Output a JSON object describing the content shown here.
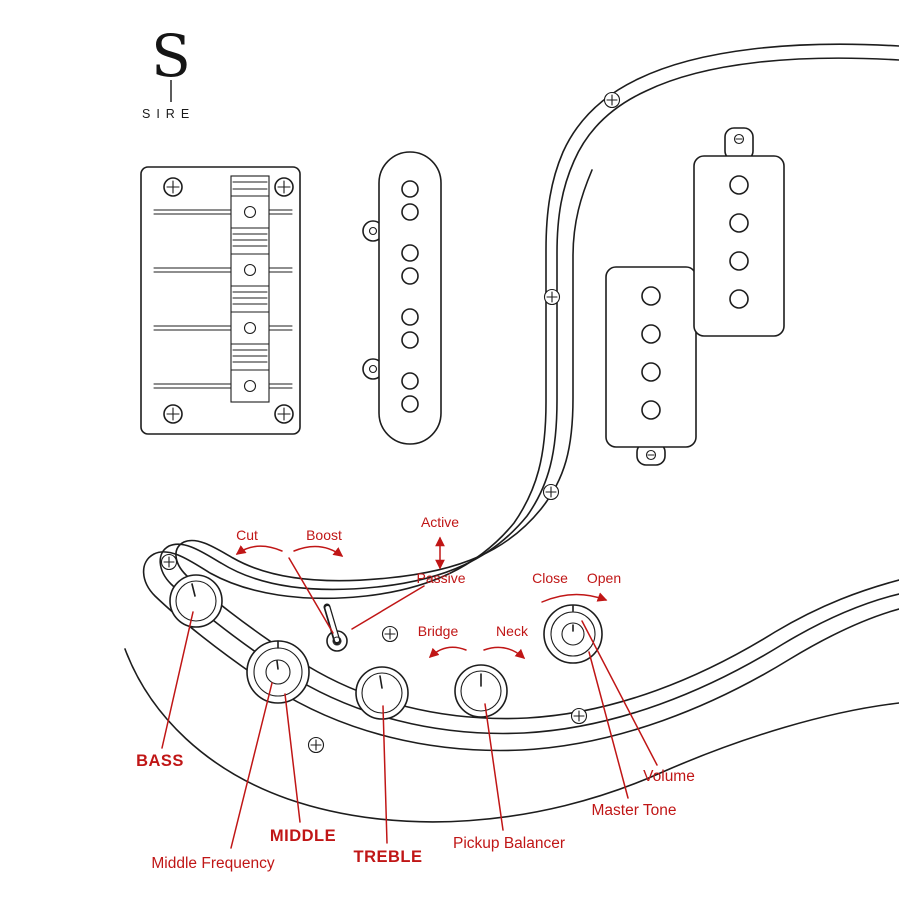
{
  "logo": {
    "mark": "S",
    "name": "SIRE"
  },
  "rotation_hints": {
    "cut": "Cut",
    "boost": "Boost",
    "active": "Active",
    "passive": "Passive",
    "bridge": "Bridge",
    "neck": "Neck",
    "close": "Close",
    "open": "Open"
  },
  "control_labels": {
    "bass": "BASS",
    "middle": "MIDDLE",
    "middle_frequency": "Middle Frequency",
    "treble": "TREBLE",
    "pickup_balancer": "Pickup Balancer",
    "master_tone": "Master Tone",
    "volume": "Volume"
  },
  "colors": {
    "annotation_red": "#c01616",
    "line_black": "#1d1d1d",
    "background": "#ffffff"
  }
}
